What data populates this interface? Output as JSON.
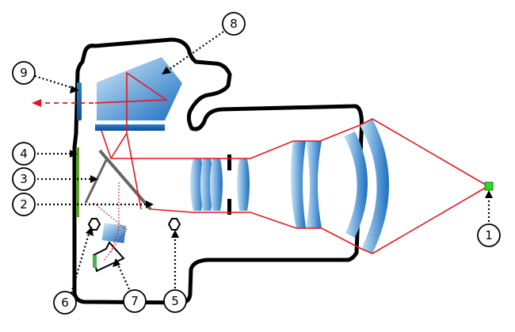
{
  "colors": {
    "outline": "#000000",
    "light_ray": "#e8141b",
    "glass_light": "#bfe0f7",
    "glass_dark": "#1f74c4",
    "mirror": "#666666",
    "sensor": "#5aa02c",
    "subject": "#22dd22"
  },
  "callouts": [
    {
      "id": "c1",
      "label": "1"
    },
    {
      "id": "c2",
      "label": "2"
    },
    {
      "id": "c3",
      "label": "3"
    },
    {
      "id": "c4",
      "label": "4"
    },
    {
      "id": "c5",
      "label": "5"
    },
    {
      "id": "c6",
      "label": "6"
    },
    {
      "id": "c7",
      "label": "7"
    },
    {
      "id": "c8",
      "label": "8"
    },
    {
      "id": "c9",
      "label": "9"
    }
  ]
}
